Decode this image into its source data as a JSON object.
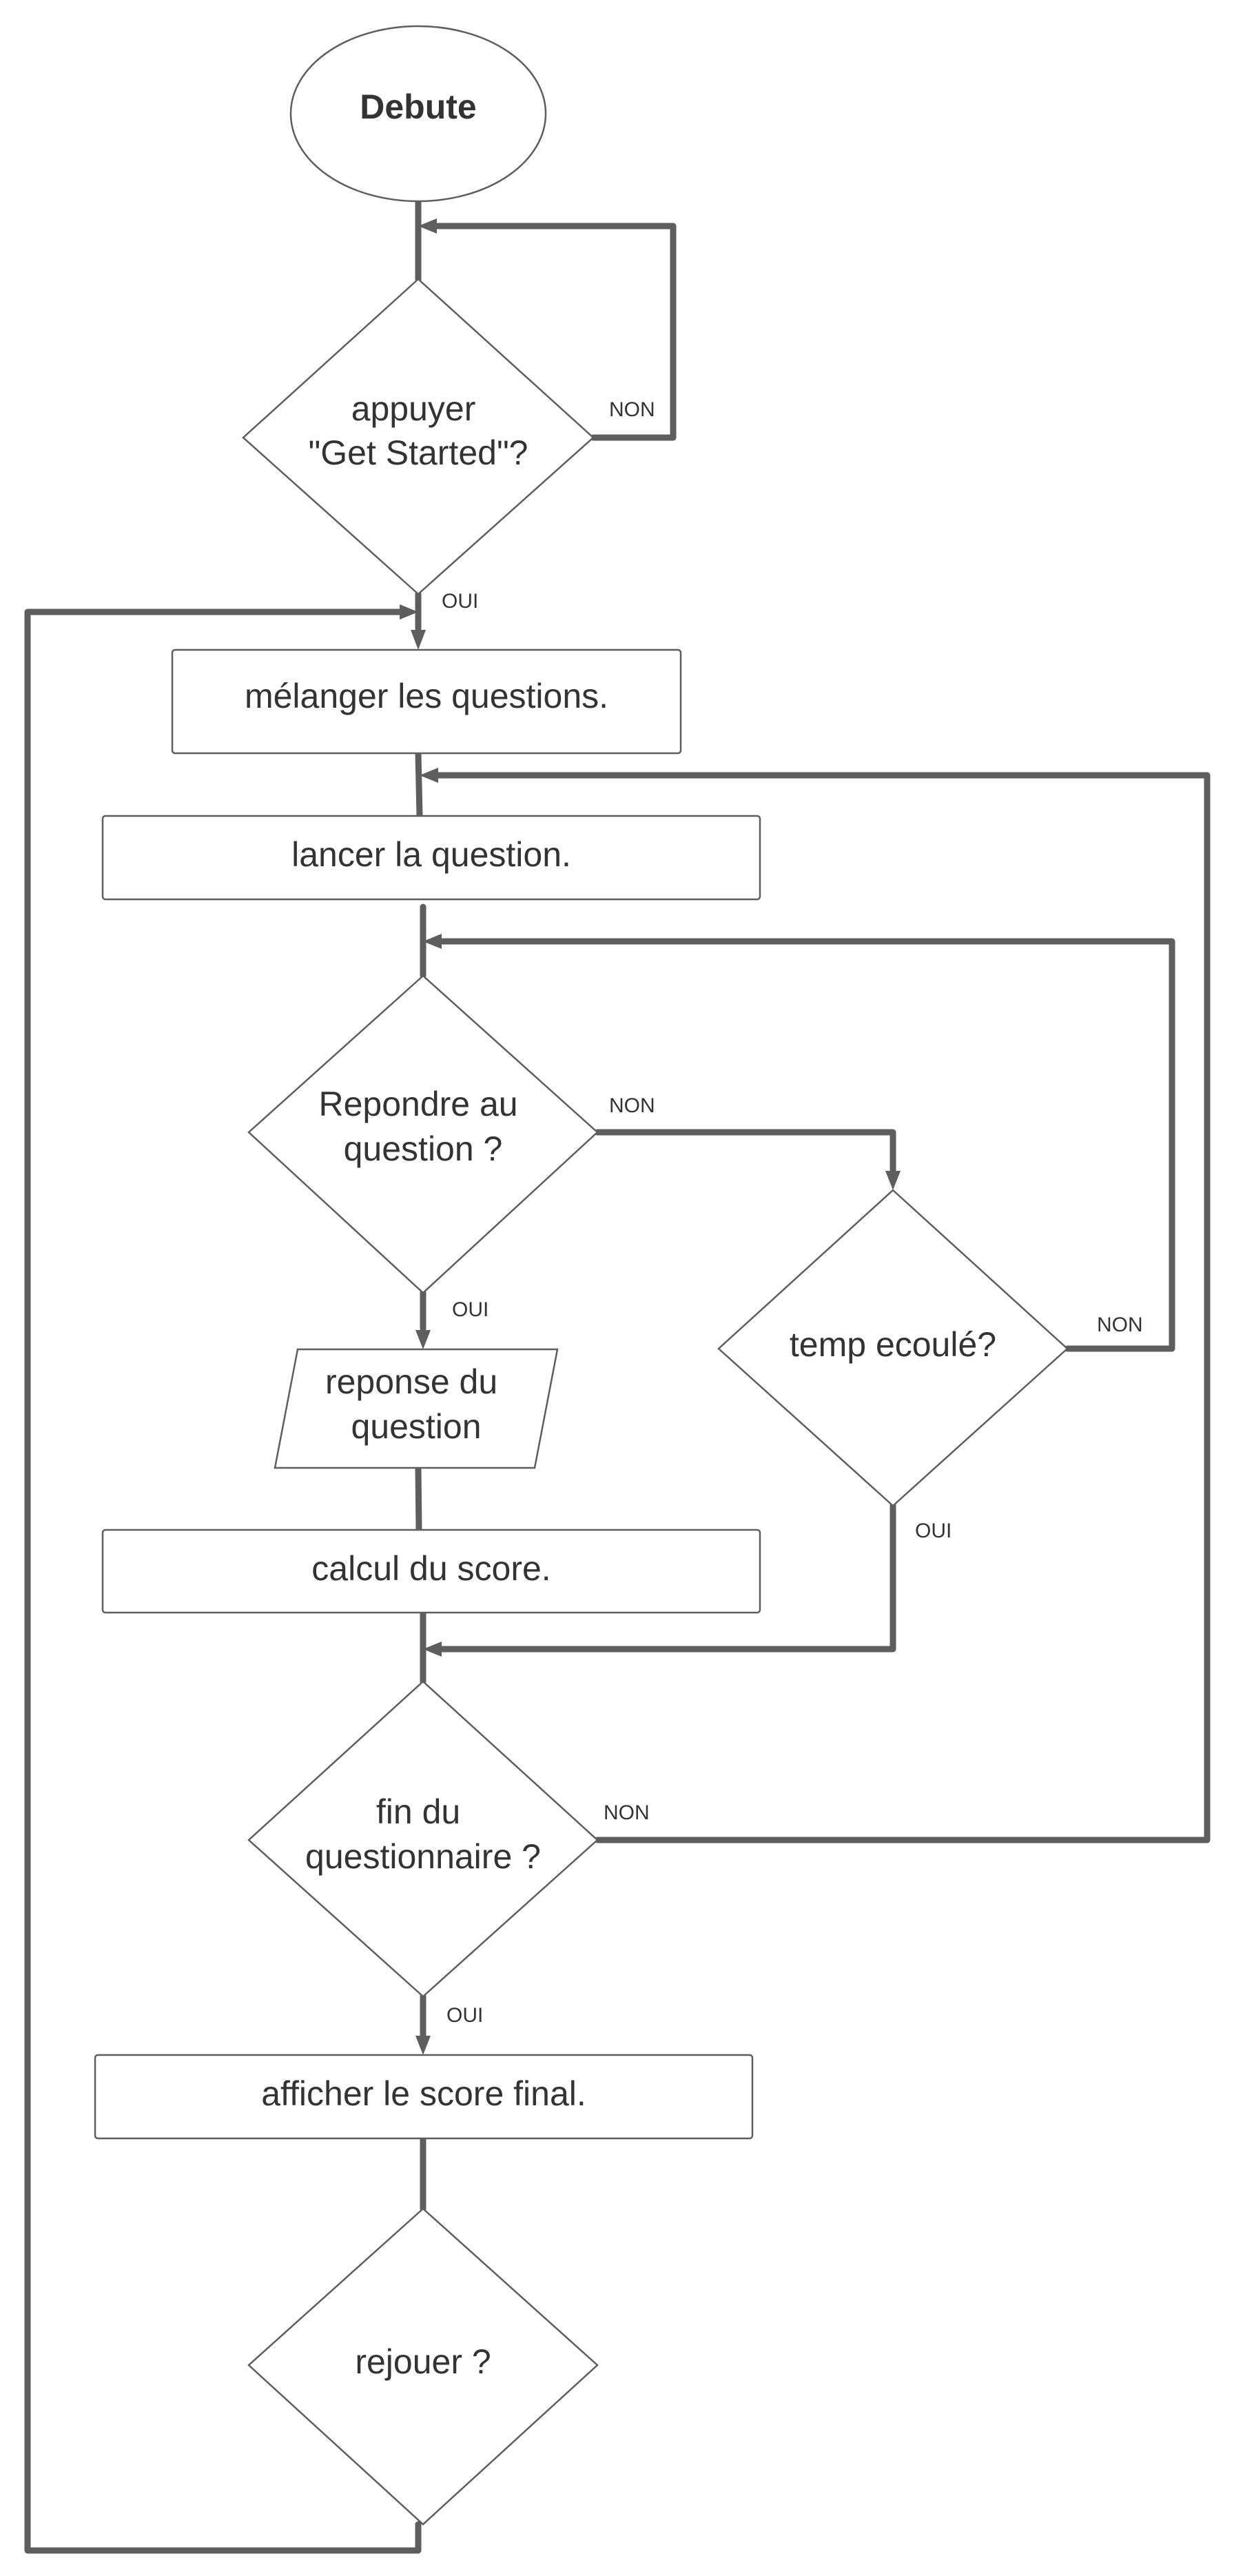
{
  "colors": {
    "stroke": "#5e5e5e",
    "text": "#333333",
    "background": "#ffffff"
  },
  "nodes": {
    "start": "Debute",
    "get_started": [
      "appuyer",
      "\"Get Started\"?"
    ],
    "shuffle": "mélanger les questions.",
    "launch": "lancer la question.",
    "answer_q": [
      "Repondre au",
      "question ?"
    ],
    "response": [
      "reponse du",
      "question"
    ],
    "time_up": "temp ecoulé?",
    "score": "calcul du score.",
    "end_quiz": [
      "fin du",
      "questionnaire ?"
    ],
    "final_score": "afficher le score final.",
    "replay": "rejouer ?"
  },
  "edge_labels": {
    "get_started_no": "NON",
    "get_started_yes": "OUI",
    "answer_no": "NON",
    "answer_yes": "OUI",
    "time_no": "NON",
    "time_yes": "OUI",
    "end_no": "NON",
    "end_yes": "OUI"
  }
}
